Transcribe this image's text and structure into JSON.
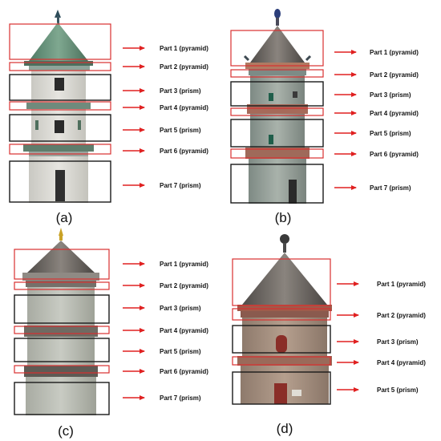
{
  "panels": [
    {
      "caption": "(a)",
      "parts": [
        {
          "label": "Part 1 (pyramid)",
          "shape": "pyramid"
        },
        {
          "label": "Part 2 (pyramid)",
          "shape": "pyramid"
        },
        {
          "label": "Part 3 (prism)",
          "shape": "prism"
        },
        {
          "label": "Part 4 (pyramid)",
          "shape": "pyramid"
        },
        {
          "label": "Part 5 (prism)",
          "shape": "prism"
        },
        {
          "label": "Part 6 (pyramid)",
          "shape": "pyramid"
        },
        {
          "label": "Part 7 (prism)",
          "shape": "prism"
        }
      ]
    },
    {
      "caption": "(b)",
      "parts": [
        {
          "label": "Part 1 (pyramid)",
          "shape": "pyramid"
        },
        {
          "label": "Part 2 (pyramid)",
          "shape": "pyramid"
        },
        {
          "label": "Part 3 (prism)",
          "shape": "prism"
        },
        {
          "label": "Part 4 (pyramid)",
          "shape": "pyramid"
        },
        {
          "label": "Part 5 (prism)",
          "shape": "prism"
        },
        {
          "label": "Part 6 (pyramid)",
          "shape": "pyramid"
        },
        {
          "label": "Part 7 (prism)",
          "shape": "prism"
        }
      ]
    },
    {
      "caption": "(c)",
      "parts": [
        {
          "label": "Part 1 (pyramid)",
          "shape": "pyramid"
        },
        {
          "label": "Part 2 (pyramid)",
          "shape": "pyramid"
        },
        {
          "label": "Part 3 (prism)",
          "shape": "prism"
        },
        {
          "label": "Part 4 (pyramid)",
          "shape": "pyramid"
        },
        {
          "label": "Part 5 (prism)",
          "shape": "prism"
        },
        {
          "label": "Part 6 (pyramid)",
          "shape": "pyramid"
        },
        {
          "label": "Part 7 (prism)",
          "shape": "prism"
        }
      ]
    },
    {
      "caption": "(d)",
      "parts": [
        {
          "label": "Part 1 (pyramid)",
          "shape": "pyramid"
        },
        {
          "label": "Part 2 (pyramid)",
          "shape": "pyramid"
        },
        {
          "label": "Part 3 (prism)",
          "shape": "prism"
        },
        {
          "label": "Part 4 (pyramid)",
          "shape": "pyramid"
        },
        {
          "label": "Part 5 (prism)",
          "shape": "prism"
        }
      ]
    }
  ],
  "colors": {
    "pyramid_box": "#d93030",
    "prism_box": "#1a1a1a",
    "arrow": "#e02020",
    "roof_green": "#5f8a6e",
    "roof_gray": "#6f6a66",
    "wall_light": "#d9d7d0",
    "wall_dark": "#9fa39a",
    "brick": "#a88a78"
  }
}
